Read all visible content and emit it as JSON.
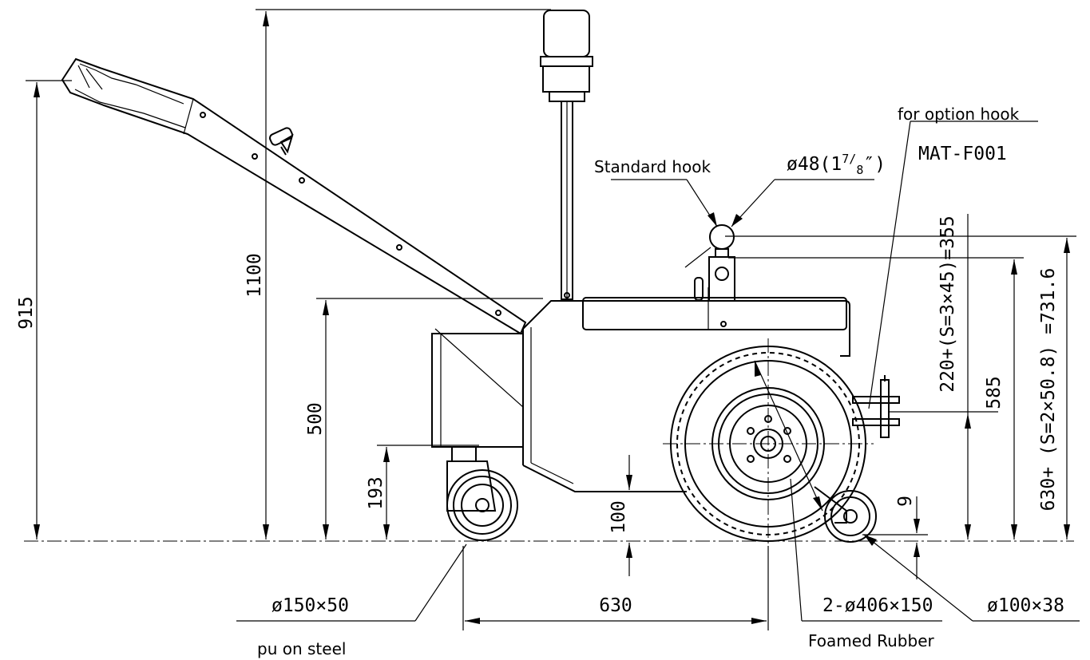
{
  "labels": {
    "for_option_hook": "for option hook",
    "option_hook_code": "MAT-F001",
    "standard_hook": "Standard hook",
    "hook_ball_diameter": "ø48(1",
    "hook_ball_fraction_num": "7",
    "hook_ball_fraction_den": "8",
    "hook_ball_inch": "″)",
    "castor_wheel_size": "ø150×50",
    "castor_wheel_material": "pu on steel",
    "drive_wheel_size": "2-ø406×150",
    "drive_wheel_material": "Foamed Rubber",
    "rear_wheel_size": "ø100×38"
  },
  "dimensions": {
    "handle_height": "915",
    "overall_height": "1100",
    "body_height": "500",
    "castor_height": "193",
    "ground_clearance": "100",
    "wheelbase": "630",
    "small_gap": "9",
    "hitch_height": "585",
    "hook_height_range": "220+(S=3×45)=355",
    "option_hook_range": "630+ (S=2×50.8) =731.6"
  }
}
